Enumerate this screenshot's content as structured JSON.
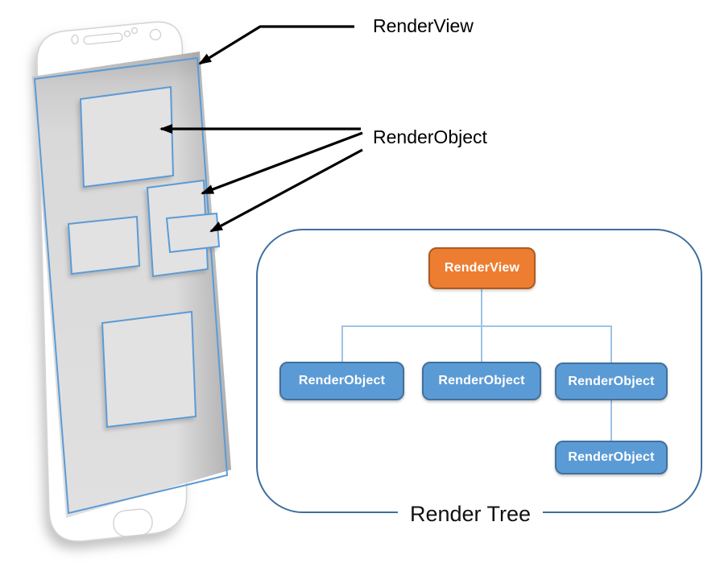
{
  "callouts": {
    "renderview_label": "RenderView",
    "renderobject_label": "RenderObject"
  },
  "render_tree": {
    "title": "Render Tree",
    "root_label": "RenderView",
    "children": [
      "RenderObject",
      "RenderObject",
      "RenderObject"
    ],
    "grandchild_label": "RenderObject"
  },
  "colors": {
    "root_node_fill": "#ED7D31",
    "root_node_border": "#AE5A21",
    "child_node_fill": "#5B9BD5",
    "child_node_border": "#41719C",
    "connector_line": "#9DC3E6",
    "container_border": "#3E6F9F",
    "screen_outline_blue": "#5B9BD5",
    "arrow_black": "#000000",
    "phone_body_outline": "#D5D5D5",
    "screen_glass_gray": "#D9D9D9"
  }
}
